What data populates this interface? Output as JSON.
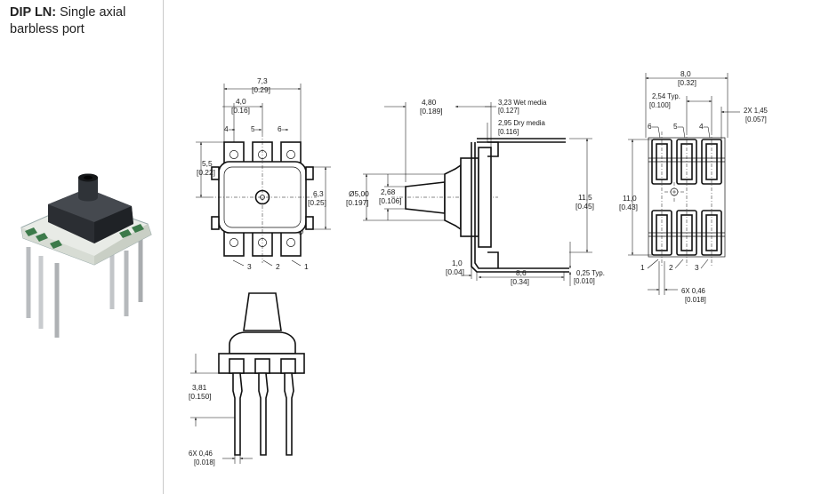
{
  "header": {
    "bold": "DIP LN:",
    "rest": " Single axial barbless port"
  },
  "dims": {
    "top_width": "7,3",
    "top_width_in": "[0.29]",
    "top_pitch": "4,0",
    "top_pitch_in": "[0.16]",
    "top_height": "5,5",
    "top_height_in": "[0.22]",
    "top_body": "6,3",
    "top_body_in": "[0.25]",
    "port_len": "4,80",
    "port_len_in": "[0.189]",
    "wet_media": "3,23 Wet media",
    "wet_media_in": "[0.127]",
    "dry_media": "2,95 Dry media",
    "dry_media_in": "[0.116]",
    "port_dia": "Ø5,00",
    "port_dia_in": "[0.197]",
    "port_tip": "2,68",
    "port_tip_in": "[0.106]",
    "side_height": "11,5",
    "side_height_in": "[0.45]",
    "lead_off": "1,0",
    "lead_off_in": "[0.04]",
    "body_len": "8,6",
    "body_len_in": "[0.34]",
    "lead_thk": "0,25 Typ.",
    "lead_thk_in": "[0.010]",
    "bottom_width": "8,0",
    "bottom_width_in": "[0.32]",
    "bottom_pitch": "2,54 Typ.",
    "bottom_pitch_in": "[0.100]",
    "bottom_lead": "2X 1,45",
    "bottom_lead_in": "[0.057]",
    "bottom_height": "11,0",
    "bottom_height_in": "[0.43]",
    "bottom_leadw": "6X 0,46",
    "bottom_leadw_in": "[0.018]",
    "front_leadlen": "3,81",
    "front_leadlen_in": "[0.150]",
    "front_leadw": "6X 0,46",
    "front_leadw_in": "[0.018]"
  },
  "pins": {
    "p1": "1",
    "p2": "2",
    "p3": "3",
    "p4": "4",
    "p5": "5",
    "p6": "6"
  }
}
